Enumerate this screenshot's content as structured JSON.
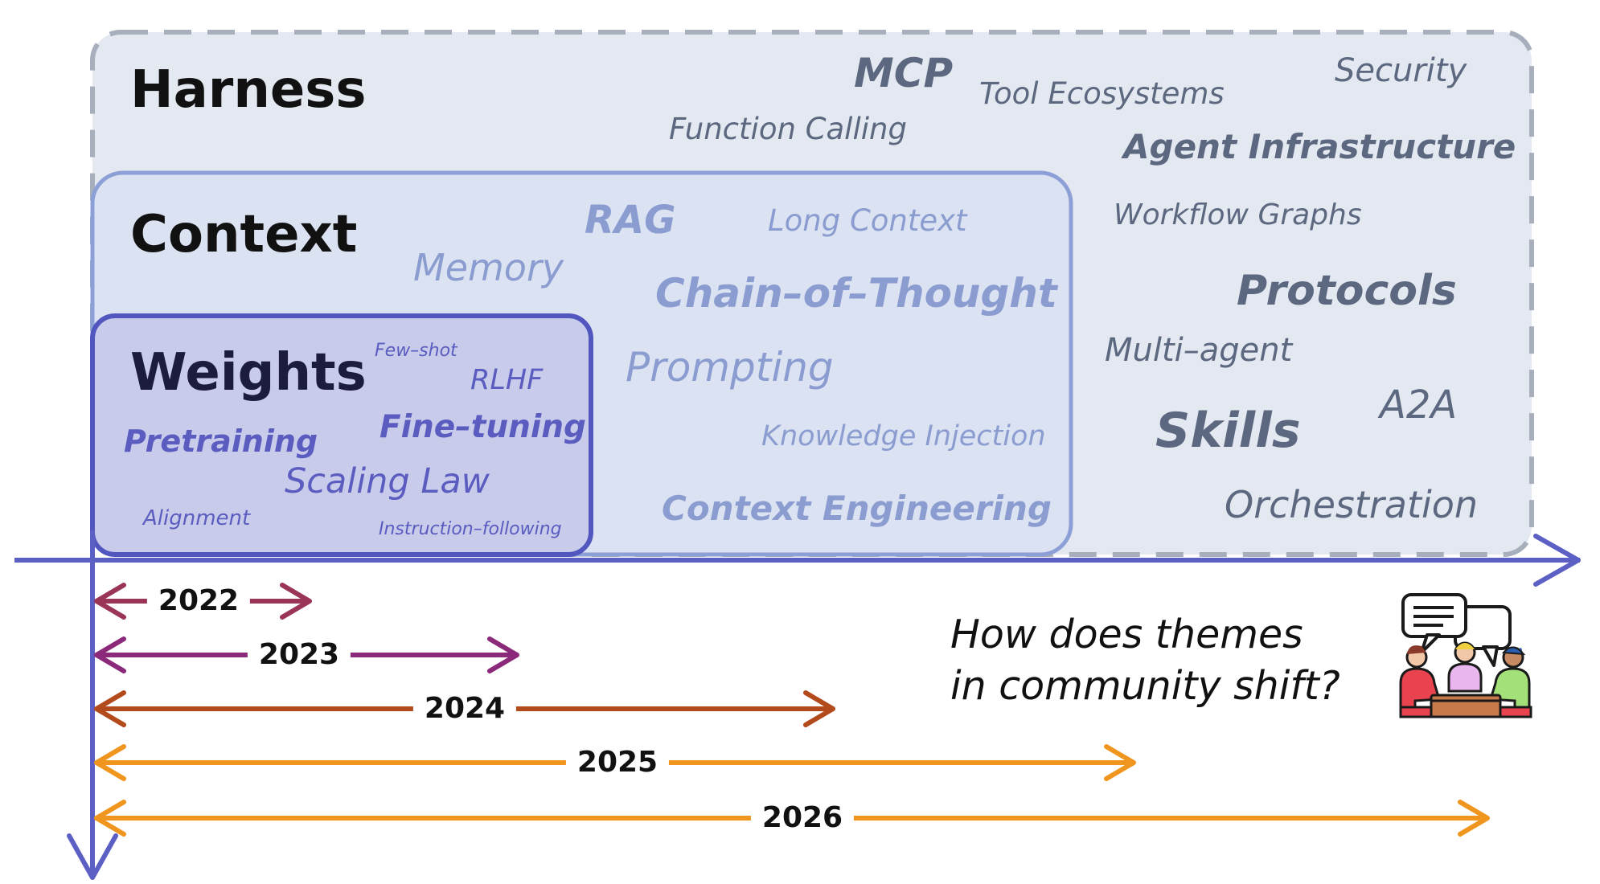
{
  "layers": {
    "harness": {
      "title": "Harness",
      "terms": [
        "MCP",
        "Tool Ecosystems",
        "Security",
        "Function Calling",
        "Agent Infrastructure",
        "Workflow Graphs",
        "Protocols",
        "Multi–agent",
        "A2A",
        "Skills",
        "Orchestration"
      ]
    },
    "context": {
      "title": "Context",
      "terms": [
        "RAG",
        "Long Context",
        "Memory",
        "Chain–of–Thought",
        "Prompting",
        "Knowledge Injection",
        "Context Engineering"
      ]
    },
    "weights": {
      "title": "Weights",
      "terms": [
        "Few–shot",
        "RLHF",
        "Fine–tuning",
        "Pretraining",
        "Scaling Law",
        "Alignment",
        "Instruction–following"
      ]
    }
  },
  "timeline": {
    "years": [
      {
        "label": "2022",
        "color": "#9b3557"
      },
      {
        "label": "2023",
        "color": "#8b2a7a"
      },
      {
        "label": "2024",
        "color": "#b34a1c"
      },
      {
        "label": "2025",
        "color": "#f0961e"
      },
      {
        "label": "2026",
        "color": "#f0961e"
      }
    ],
    "axis_color": "#5c5fc4"
  },
  "question": {
    "line1": "How does themes",
    "line2": "in community shift?"
  },
  "colors": {
    "harness_fill": "#e4e8f0",
    "harness_border": "#a7afbd",
    "context_fill": "#dbe2f1",
    "context_border": "#8c9fd6",
    "weights_fill": "#c8cbea",
    "weights_border": "#5257c0",
    "harness_text": "#5c6880",
    "context_text": "#8a9cd0",
    "weights_text": "#5a5cc0"
  },
  "icons": [
    "discussion-icon"
  ]
}
